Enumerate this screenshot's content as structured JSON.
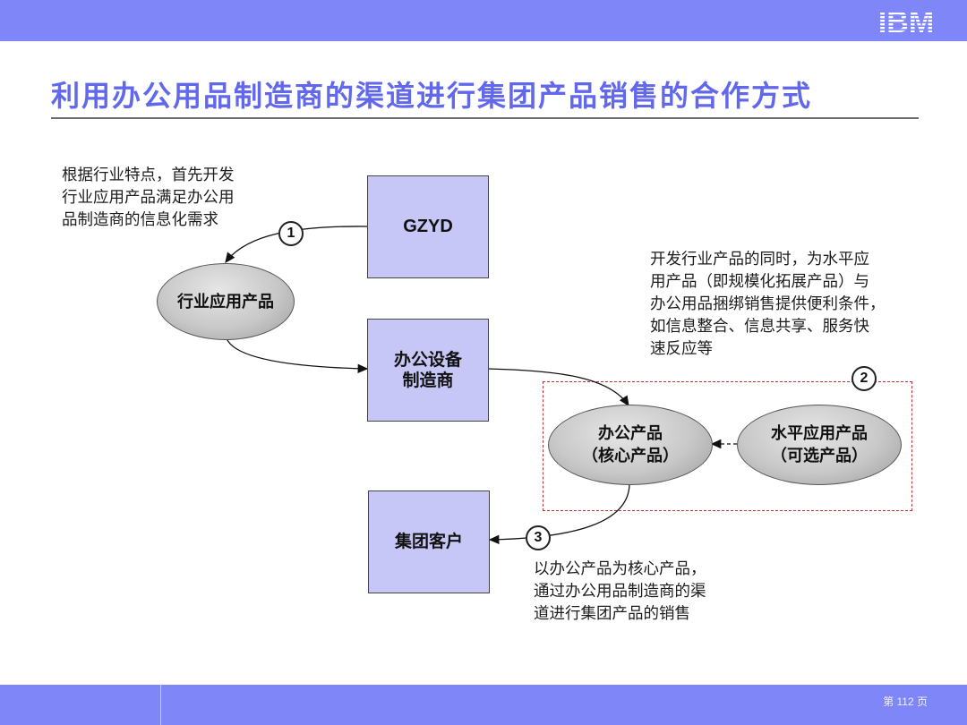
{
  "header": {
    "logo_text": "IBM"
  },
  "title": "利用办公用品制造商的渠道进行集团产品销售的合作方式",
  "notes": {
    "top_left": "根据行业特点，首先开发\n行业应用产品满足办公用\n品制造商的信息化需求",
    "right": "开发行业产品的同时，为水平应\n用产品（即规模化拓展产品）与\n办公用品捆绑销售提供便利条件，\n如信息整合、信息共享、服务快\n速反应等",
    "bottom": "以办公产品为核心产品，\n通过办公用品制造商的渠\n道进行集团产品的销售"
  },
  "boxes": {
    "gzyd": "GZYD",
    "manufacturer": "办公设备\n制造商",
    "group_customer": "集团客户"
  },
  "ellipses": {
    "industry_app": "行业应用产品",
    "office_product": "办公产品\n（核心产品）",
    "horizontal_app": "水平应用产品\n（可选产品）"
  },
  "badges": {
    "one": "1",
    "two": "2",
    "three": "3"
  },
  "footer": {
    "page_label": "第 112 页"
  },
  "colors": {
    "bar": "#7f86f7",
    "title": "#6168ec",
    "box_fill": "#c6c7f6",
    "dash": "#c0333a"
  }
}
